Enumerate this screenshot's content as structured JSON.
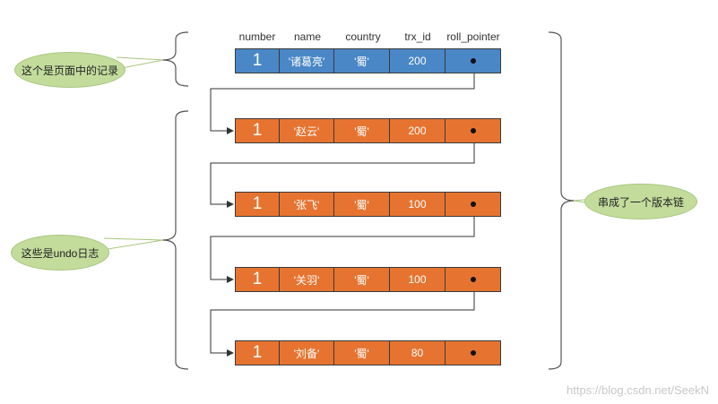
{
  "headers": [
    "number",
    "name",
    "country",
    "trx_id",
    "roll_pointer"
  ],
  "page_record": {
    "number": "1",
    "name": "'诸葛亮'",
    "country": "'蜀'",
    "trx_id": "200"
  },
  "undo_records": [
    {
      "number": "1",
      "name": "'赵云'",
      "country": "'蜀'",
      "trx_id": "200"
    },
    {
      "number": "1",
      "name": "'张飞'",
      "country": "'蜀'",
      "trx_id": "100"
    },
    {
      "number": "1",
      "name": "'关羽'",
      "country": "'蜀'",
      "trx_id": "100"
    },
    {
      "number": "1",
      "name": "'刘备'",
      "country": "'蜀'",
      "trx_id": "80"
    }
  ],
  "annotations": {
    "page_record_label": "这个是页面中的记录",
    "undo_log_label": "这些是undo日志",
    "chain_label": "串成了一个版本链"
  },
  "watermark": "https://blog.csdn.net/SeekN",
  "colors": {
    "page_record": "#4a87c6",
    "undo_record": "#e67430",
    "bubble": "#c3dc9c",
    "line": "#333333"
  }
}
